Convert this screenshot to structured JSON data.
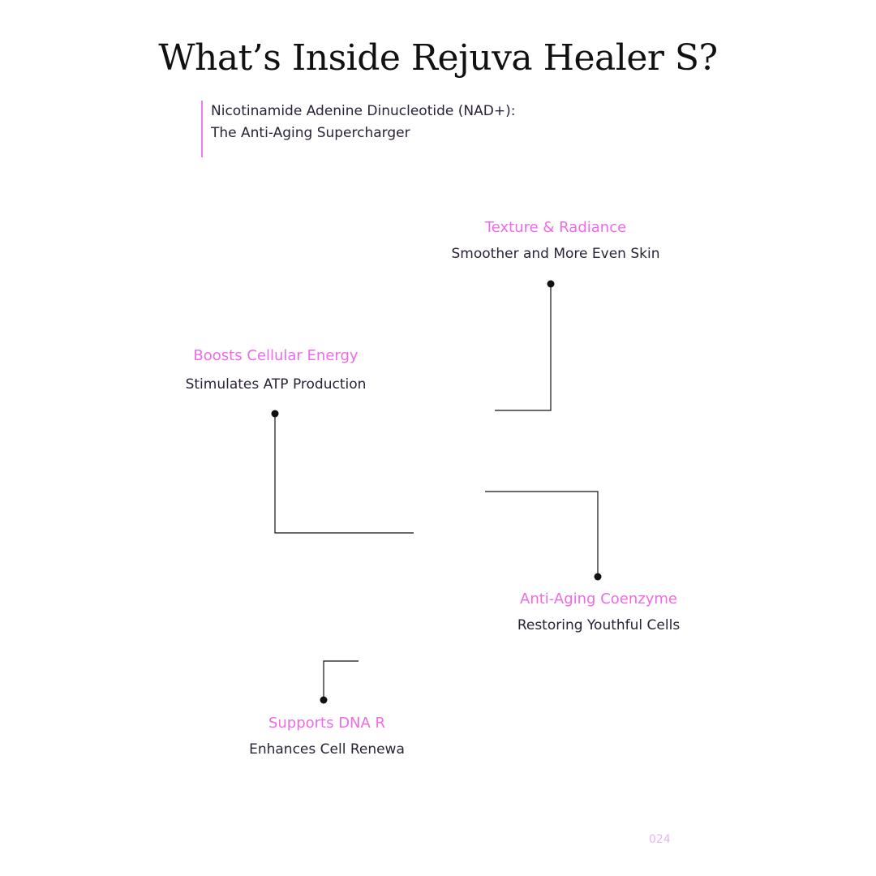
{
  "title": "What’s Inside Rejuva Healer S?",
  "intro": {
    "line1": "Nicotinamide Adenine Dinucleotide (NAD+):",
    "line2": "The Anti-Aging Supercharger"
  },
  "features": [
    {
      "heading": "Texture & Radiance",
      "sub": "Smoother and More Even Skin"
    },
    {
      "heading": "Boosts Cellular Energy",
      "sub": "Stimulates ATP Production"
    },
    {
      "heading": "Anti-Aging Coenzyme",
      "sub": "Restoring Youthful Cells"
    },
    {
      "heading": "Supports DNA R",
      "sub": "Enhances Cell Renewa"
    }
  ],
  "footer": {
    "year": "024"
  },
  "colors": {
    "accent": "#f06ae8",
    "text": "#2a2236",
    "line": "#111111"
  }
}
